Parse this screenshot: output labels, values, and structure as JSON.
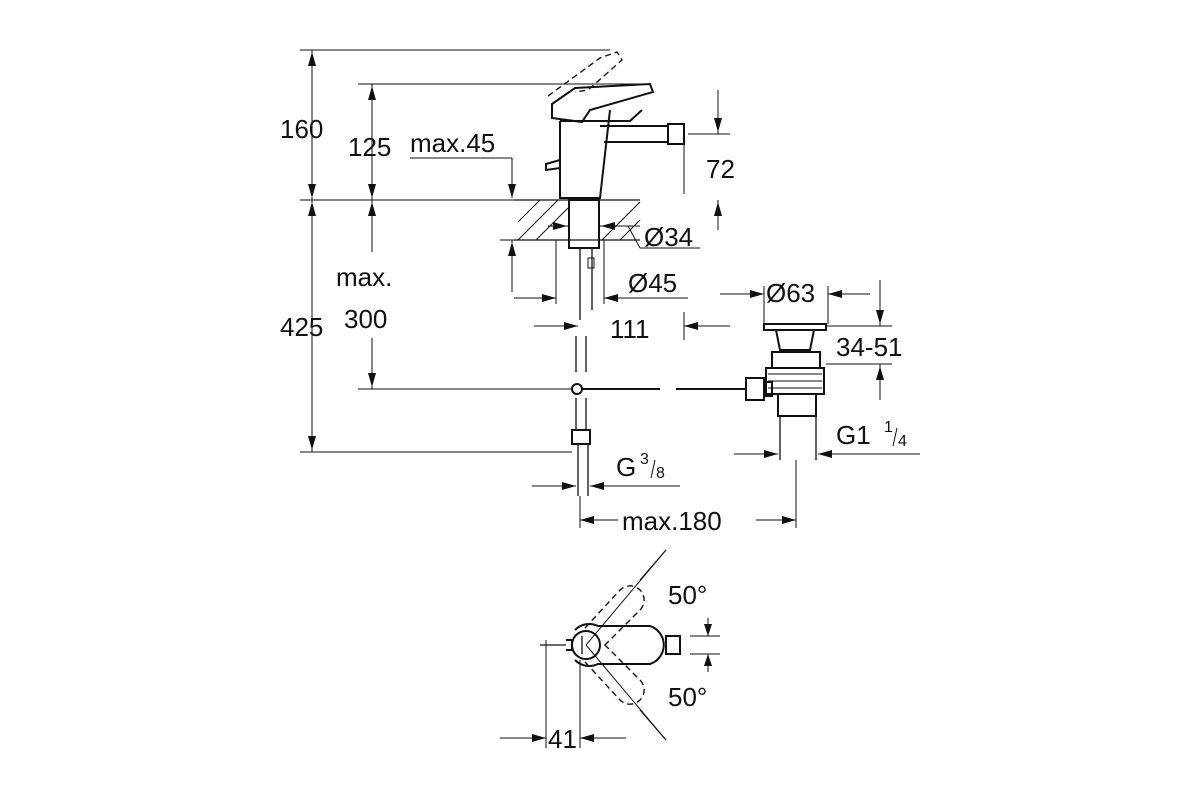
{
  "labels": {
    "d160": "160",
    "d125": "125",
    "max45": "max.45",
    "d72": "72",
    "d34": "Ø34",
    "max": "max.",
    "d425": "425",
    "d300": "300",
    "d45": "Ø45",
    "d111": "111",
    "d63": "Ø63",
    "d3451": "34-51",
    "g14_main": "G1",
    "g14_num": "1",
    "g14_den": "4",
    "g38_main": "G",
    "g38_num": "3",
    "g38_den": "8",
    "max180": "max.180",
    "angle_top": "50°",
    "angle_bottom": "50°",
    "d41": "41"
  }
}
